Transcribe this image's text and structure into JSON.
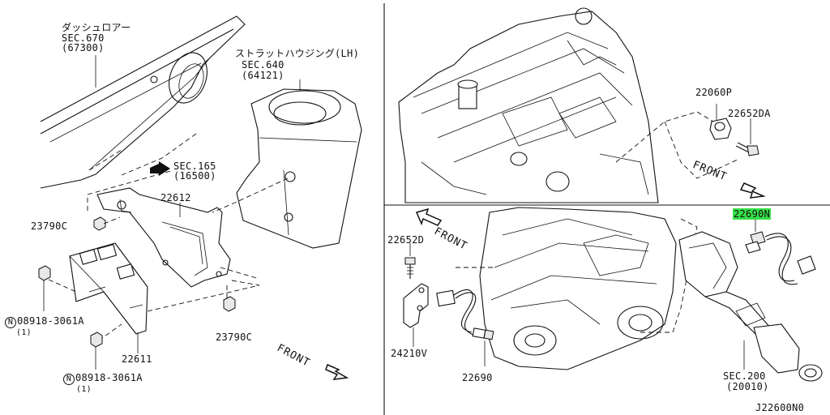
{
  "labels": {
    "dash_jp": "ダッシュロアー",
    "dash_sec": "SEC.670",
    "dash_code": "(67300)",
    "strut_jp": "ストラットハウジング(LH)",
    "strut_sec": "SEC.640",
    "strut_code": "(64121)",
    "sec165": "SEC.165",
    "sec165_code": "(16500)",
    "p22612": "22612",
    "p23790c_left": "23790C",
    "p23790c_right": "23790C",
    "p08918_a_circ": "N",
    "p08918_a": "08918-3061A",
    "p08918_a_qty": "(1)",
    "p08918_b_circ": "N",
    "p08918_b": "08918-3061A",
    "p08918_b_qty": "(1)",
    "p22611": "22611",
    "p22060p": "22060P",
    "p22652da": "22652DA",
    "p22690n": "22690N",
    "p22652d": "22652D",
    "p24210v": "24210V",
    "p22690": "22690",
    "sec200": "SEC.200",
    "sec200_code": "(20010)",
    "diagram_id": "J22600N0"
  },
  "front_labels": {
    "left_front": "FRONT",
    "top_right_front": "FRONT",
    "bottom_right_front": "FRONT"
  },
  "colors": {
    "highlight": "#37e048",
    "ink": "#111111",
    "background": "#ffffff"
  }
}
